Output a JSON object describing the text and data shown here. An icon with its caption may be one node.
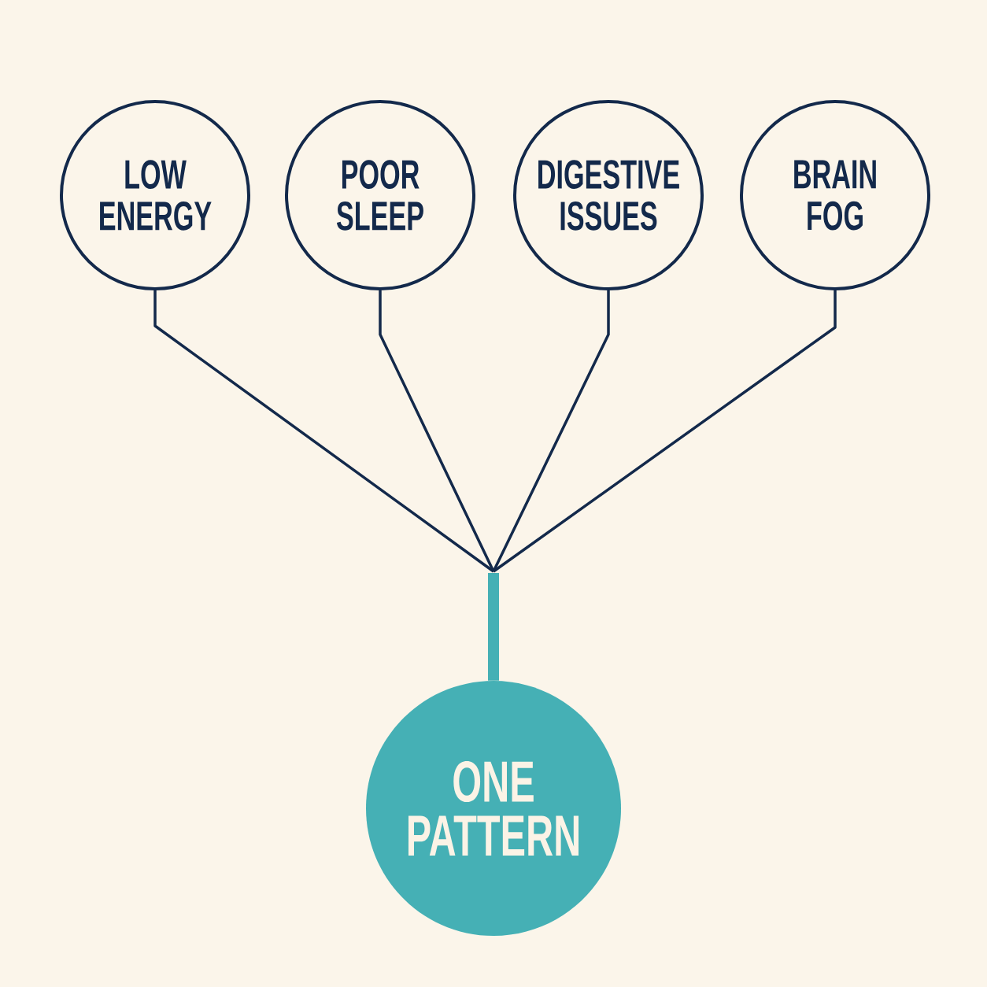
{
  "diagram": {
    "nodes": [
      {
        "text": [
          "LOW ENERGY"
        ]
      },
      {
        "text": [
          "POOR SLEEP"
        ]
      },
      {
        "text": [
          "DIGESTIVE ISSUES"
        ]
      },
      {
        "text": [
          "BRAIN FOG"
        ]
      },
      {
        "text": [
          "ONE PATTERN"
        ]
      }
    ],
    "edges": [
      {
        "from": 0,
        "to": 4,
        "arrow": "none"
      },
      {
        "from": 1,
        "to": 4,
        "arrow": "none"
      },
      {
        "from": 2,
        "to": 4,
        "arrow": "none"
      },
      {
        "from": 3,
        "to": 4,
        "arrow": "none"
      }
    ]
  }
}
